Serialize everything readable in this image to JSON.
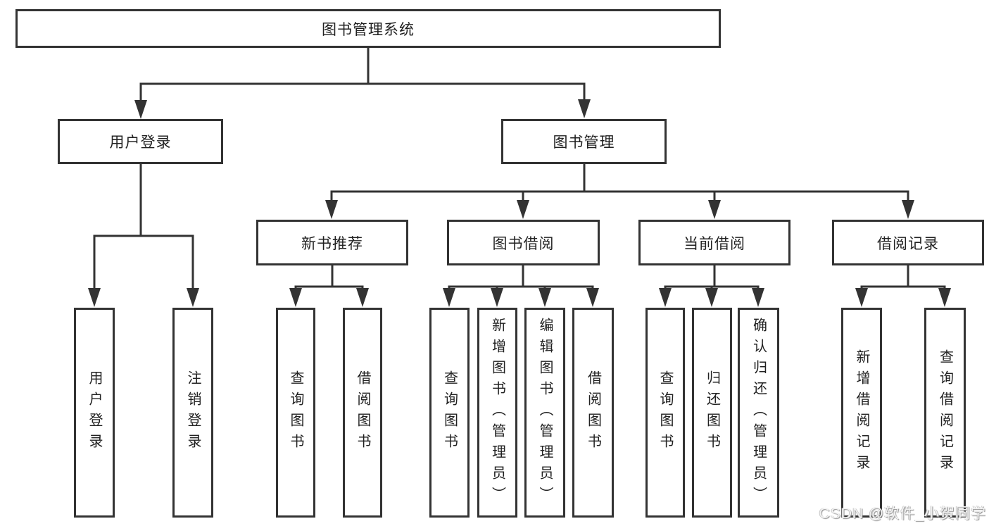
{
  "colors": {
    "line": "#333333",
    "box_border": "#333333",
    "box_background": "#ffffff",
    "text": "#212121",
    "page_background": "#ffffff",
    "watermark_text": "#f2f2f2"
  },
  "nodes": {
    "root": {
      "label": "图书管理系统"
    },
    "user_login": {
      "label": "用户登录"
    },
    "book_mgmt": {
      "label": "图书管理"
    },
    "new_book_rec": {
      "label": "新书推荐"
    },
    "book_borrow": {
      "label": "图书借阅"
    },
    "current_borrow": {
      "label": "当前借阅"
    },
    "borrow_record": {
      "label": "借阅记录"
    },
    "leaf_user_login": {
      "label": "用户登录"
    },
    "leaf_logout": {
      "label": "注销登录"
    },
    "leaf_query_book_1": {
      "label": "查询图书"
    },
    "leaf_borrow_book_1": {
      "label": "借阅图书"
    },
    "leaf_query_book_2": {
      "label": "查询图书"
    },
    "leaf_add_book": {
      "label": "新增图书（管理员）"
    },
    "leaf_edit_book": {
      "label": "编辑图书（管理员）"
    },
    "leaf_borrow_book_2": {
      "label": "借阅图书"
    },
    "leaf_query_book_3": {
      "label": "查询图书"
    },
    "leaf_return_book": {
      "label": "归还图书"
    },
    "leaf_confirm_return": {
      "label": "确认归还（管理员）"
    },
    "leaf_add_borrow_record": {
      "label": "新增借阅记录"
    },
    "leaf_query_borrow_record": {
      "label": "查询借阅记录"
    }
  },
  "edges": [
    [
      "root",
      "user_login"
    ],
    [
      "root",
      "book_mgmt"
    ],
    [
      "user_login",
      "leaf_user_login"
    ],
    [
      "user_login",
      "leaf_logout"
    ],
    [
      "book_mgmt",
      "new_book_rec"
    ],
    [
      "book_mgmt",
      "book_borrow"
    ],
    [
      "book_mgmt",
      "current_borrow"
    ],
    [
      "book_mgmt",
      "borrow_record"
    ],
    [
      "new_book_rec",
      "leaf_query_book_1"
    ],
    [
      "new_book_rec",
      "leaf_borrow_book_1"
    ],
    [
      "book_borrow",
      "leaf_query_book_2"
    ],
    [
      "book_borrow",
      "leaf_add_book"
    ],
    [
      "book_borrow",
      "leaf_edit_book"
    ],
    [
      "book_borrow",
      "leaf_borrow_book_2"
    ],
    [
      "current_borrow",
      "leaf_query_book_3"
    ],
    [
      "current_borrow",
      "leaf_return_book"
    ],
    [
      "current_borrow",
      "leaf_confirm_return"
    ],
    [
      "borrow_record",
      "leaf_add_borrow_record"
    ],
    [
      "borrow_record",
      "leaf_query_borrow_record"
    ]
  ],
  "watermark": {
    "text": "CSDN @软件_小贺同学"
  }
}
